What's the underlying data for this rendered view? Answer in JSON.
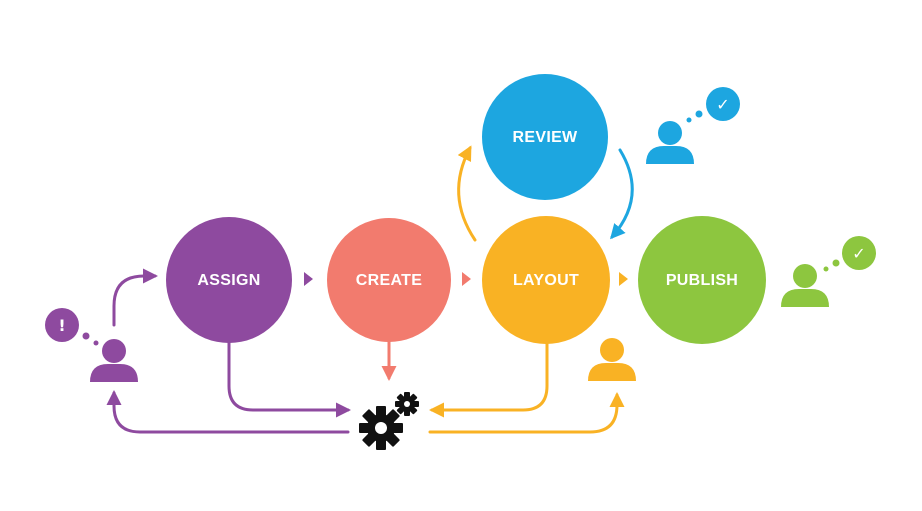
{
  "diagram": {
    "nodes": [
      {
        "id": "assign",
        "label": "ASSIGN",
        "color": "#8E4A9F"
      },
      {
        "id": "create",
        "label": "CREATE",
        "color": "#F27B6E"
      },
      {
        "id": "layout",
        "label": "LAYOUT",
        "color": "#F9B224"
      },
      {
        "id": "review",
        "label": "REVIEW",
        "color": "#1DA6E0"
      },
      {
        "id": "publish",
        "label": "PUBLISH",
        "color": "#8DC63F"
      }
    ],
    "speech_bubbles": {
      "alert": "!",
      "approved_review": "✓",
      "approved_publish": "✓"
    },
    "icons": {
      "gears": "gears-icon",
      "person": "person-icon"
    },
    "colors": {
      "purple": "#8E4A9F",
      "coral": "#F27B6E",
      "orange": "#F9B224",
      "blue": "#1DA6E0",
      "green": "#8DC63F",
      "black": "#111111"
    }
  }
}
